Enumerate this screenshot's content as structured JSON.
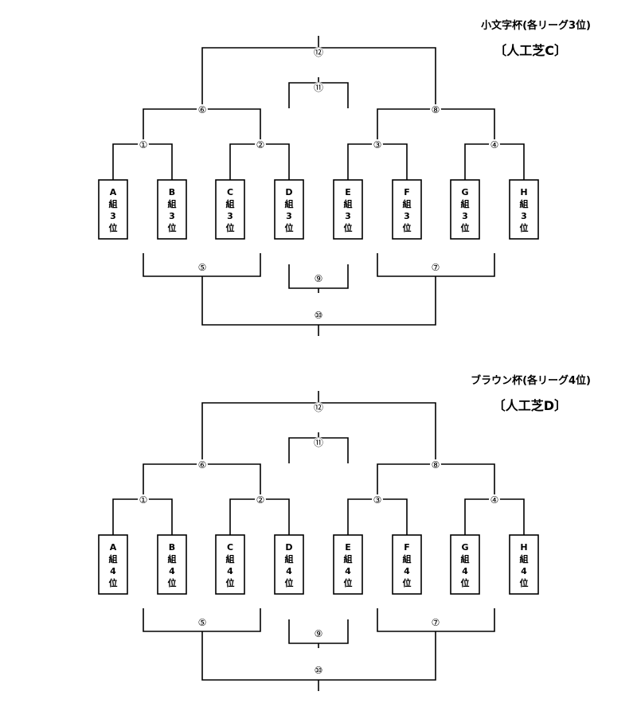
{
  "brackets": [
    {
      "title": "小文字杯(各リーグ3位)",
      "venue": "〔人工芝C〕",
      "teams": [
        [
          "A",
          "組",
          "3",
          "位"
        ],
        [
          "B",
          "組",
          "3",
          "位"
        ],
        [
          "C",
          "組",
          "3",
          "位"
        ],
        [
          "D",
          "組",
          "3",
          "位"
        ],
        [
          "E",
          "組",
          "3",
          "位"
        ],
        [
          "F",
          "組",
          "3",
          "位"
        ],
        [
          "G",
          "組",
          "3",
          "位"
        ],
        [
          "H",
          "組",
          "3",
          "位"
        ]
      ],
      "matches": {
        "m1": "①",
        "m2": "②",
        "m3": "③",
        "m4": "④",
        "m5": "⑤",
        "m6": "⑥",
        "m7": "⑦",
        "m8": "⑧",
        "m9": "⑨",
        "m10": "⑩",
        "m11": "⑪",
        "m12": "⑫"
      }
    },
    {
      "title": "ブラウン杯(各リーグ4位)",
      "venue": "〔人工芝D〕",
      "teams": [
        [
          "A",
          "組",
          "4",
          "位"
        ],
        [
          "B",
          "組",
          "4",
          "位"
        ],
        [
          "C",
          "組",
          "4",
          "位"
        ],
        [
          "D",
          "組",
          "4",
          "位"
        ],
        [
          "E",
          "組",
          "4",
          "位"
        ],
        [
          "F",
          "組",
          "4",
          "位"
        ],
        [
          "G",
          "組",
          "4",
          "位"
        ],
        [
          "H",
          "組",
          "4",
          "位"
        ]
      ],
      "matches": {
        "m1": "①",
        "m2": "②",
        "m3": "③",
        "m4": "④",
        "m5": "⑤",
        "m6": "⑥",
        "m7": "⑦",
        "m8": "⑧",
        "m9": "⑨",
        "m10": "⑩",
        "m11": "⑪",
        "m12": "⑫"
      }
    }
  ]
}
